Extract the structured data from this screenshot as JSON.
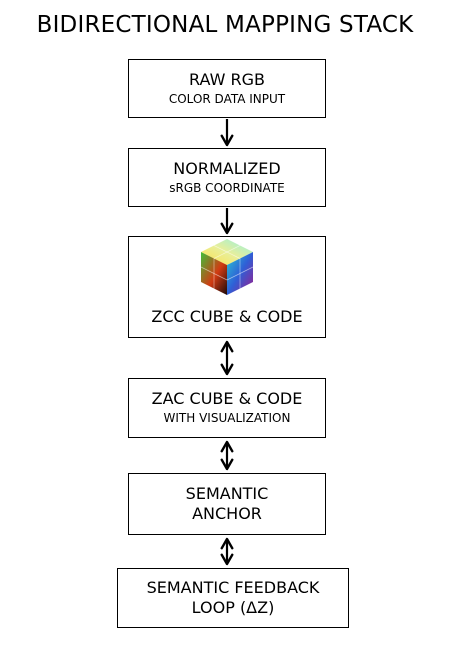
{
  "title": "BIDIRECTIONAL MAPPING STACK",
  "boxes": [
    {
      "line1": "RAW RGB",
      "line2": "COLOR DATA INPUT"
    },
    {
      "line1": "NORMALIZED",
      "line2": "sRGB COORDINATE"
    },
    {
      "line1": "ZCC CUBE & CODE",
      "icon": "rgb-color-cube-icon"
    },
    {
      "line1": "ZAC CUBE & CODE",
      "line2": "WITH VISUALIZATION"
    },
    {
      "line1": "SEMANTIC",
      "line2": "ANCHOR"
    },
    {
      "line1": "SEMANTIC FEEDBACK",
      "line2": "LOOP (ΔZ)"
    }
  ],
  "connectors": [
    {
      "from": "RAW RGB",
      "to": "NORMALIZED",
      "direction": "one-way"
    },
    {
      "from": "NORMALIZED",
      "to": "ZCC CUBE & CODE",
      "direction": "one-way"
    },
    {
      "from": "ZCC CUBE & CODE",
      "to": "ZAC CUBE & CODE",
      "direction": "two-way"
    },
    {
      "from": "ZAC CUBE & CODE",
      "to": "SEMANTIC ANCHOR",
      "direction": "two-way"
    },
    {
      "from": "SEMANTIC ANCHOR",
      "to": "SEMANTIC FEEDBACK LOOP (ΔZ)",
      "direction": "two-way"
    }
  ]
}
